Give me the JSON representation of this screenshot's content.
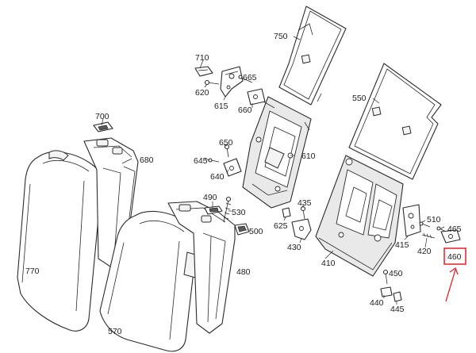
{
  "accent": "#e0202a",
  "highlighted_label": "460",
  "labels": {
    "p750": "750",
    "p710": "710",
    "p665": "665",
    "p620": "620",
    "p615": "615",
    "p660": "660",
    "p550": "550",
    "p700": "700",
    "p680": "680",
    "p650": "650",
    "p645": "645",
    "p640": "640",
    "p610": "610",
    "p490": "490",
    "p530": "530",
    "p500": "500",
    "p435": "435",
    "p625": "625",
    "p430": "430",
    "p410": "410",
    "p510": "510",
    "p465": "465",
    "p415": "415",
    "p420": "420",
    "p460": "460",
    "p770": "770",
    "p480": "480",
    "p450": "450",
    "p440": "440",
    "p445": "445",
    "p570": "570"
  }
}
